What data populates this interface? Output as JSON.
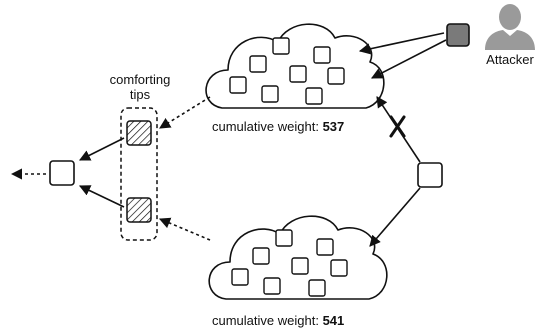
{
  "labels": {
    "comforting_line1": "comforting",
    "comforting_line2": "tips",
    "attacker": "Attacker",
    "top_weight_prefix": "cumulative weight: ",
    "top_weight_value": "537",
    "bottom_weight_prefix": "cumulative weight: ",
    "bottom_weight_value": "541"
  },
  "colors": {
    "stroke": "#111111",
    "attacker_box": "#7a7a7a",
    "attacker_figure": "#9a9a9a"
  }
}
